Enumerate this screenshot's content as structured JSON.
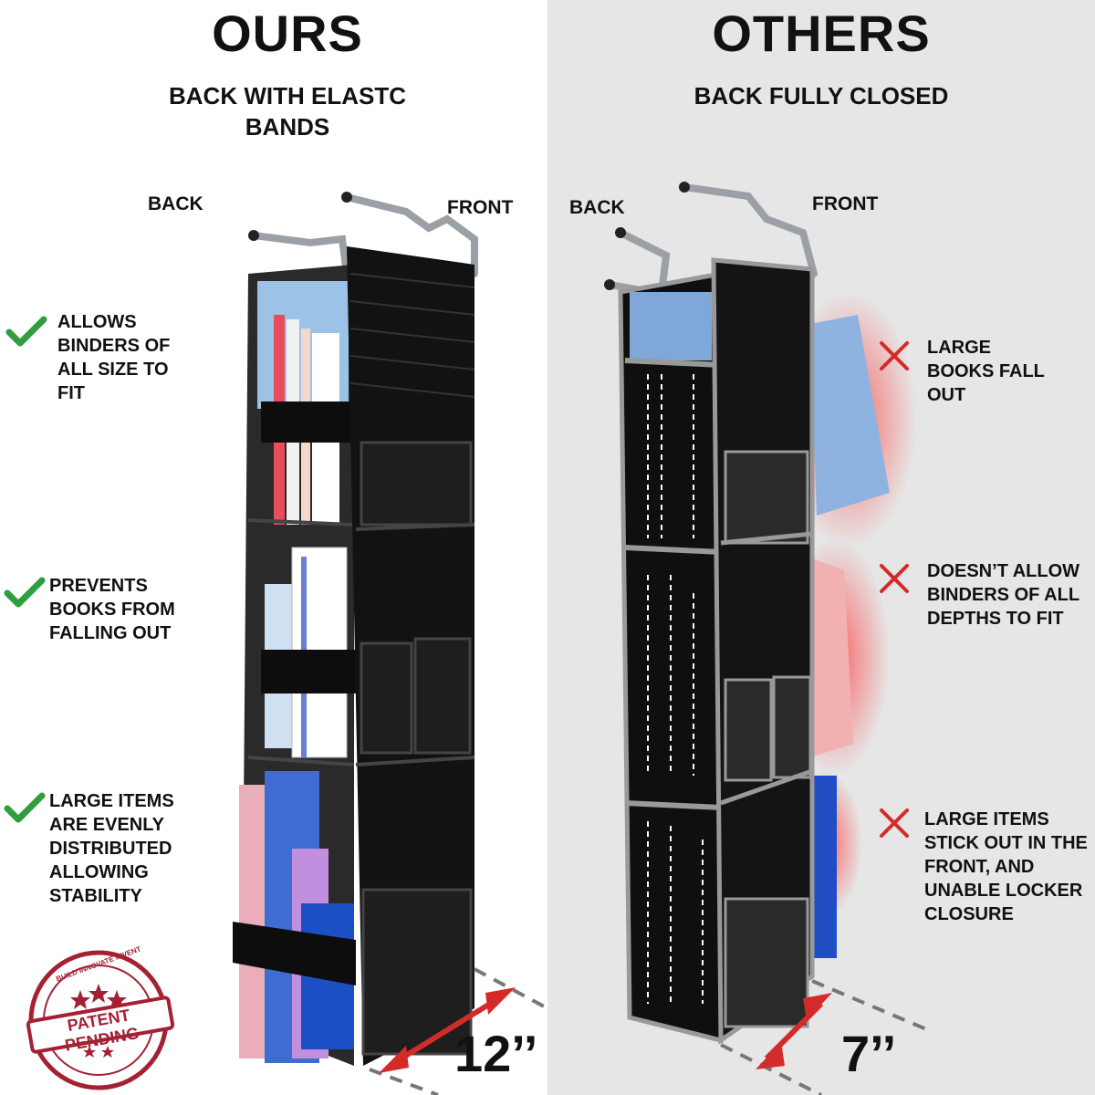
{
  "ours": {
    "title": "OURS",
    "subtitle": "BACK WITH ELASTC BANDS",
    "back_label": "BACK",
    "front_label": "FRONT",
    "features": [
      "ALLOWS BINDERS OF ALL SIZE TO FIT",
      "PREVENTS BOOKS FROM FALLING OUT",
      "LARGE ITEMS ARE EVENLY DISTRIBUTED ALLOWING STABILITY"
    ],
    "width_label": "12’’",
    "badge_text": "PATENT PENDING",
    "badge_ring_text": "BUILD INNOVATE INVENT"
  },
  "others": {
    "title": "OTHERS",
    "subtitle": "BACK FULLY CLOSED",
    "back_label": "BACK",
    "front_label": "FRONT",
    "features": [
      "LARGE BOOKS FALL OUT",
      "DOESN’T ALLOW BINDERS OF ALL DEPTHS TO FIT",
      "LARGE ITEMS STICK OUT IN THE FRONT, AND UNABLE LOCKER CLOSURE"
    ],
    "width_label": "7’’"
  },
  "colors": {
    "check_green": "#2e9e3f",
    "cross_red": "#d42a2a",
    "organizer_black": "#111111",
    "right_background": "#e6e6e6",
    "highlight_red": "#ff3a3a"
  },
  "icons": {
    "positive": "checkmark-icon",
    "negative": "cross-icon"
  }
}
